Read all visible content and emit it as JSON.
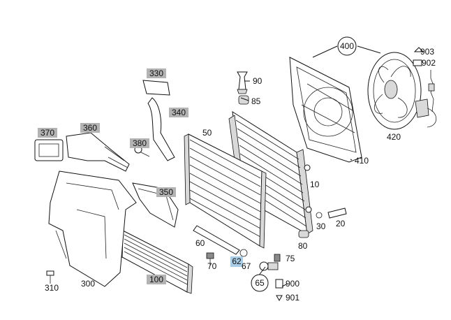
{
  "labels": {
    "l10": "10",
    "l20": "20",
    "l30": "30",
    "l50": "50",
    "l60": "60",
    "l62": "62",
    "l65": "65",
    "l67": "67",
    "l70": "70",
    "l75": "75",
    "l80": "80",
    "l85": "85",
    "l90": "90",
    "l100": "100",
    "l300": "300",
    "l310": "310",
    "l330": "330",
    "l340": "340",
    "l350": "350",
    "l360": "360",
    "l370": "370",
    "l380": "380",
    "l400": "400",
    "l410": "410",
    "l420": "420",
    "l900": "900",
    "l901": "901",
    "l902": "902",
    "l903": "903"
  },
  "colors": {
    "highlight_grey": "#b3b3b3",
    "highlight_blue": "#a9cde6"
  }
}
